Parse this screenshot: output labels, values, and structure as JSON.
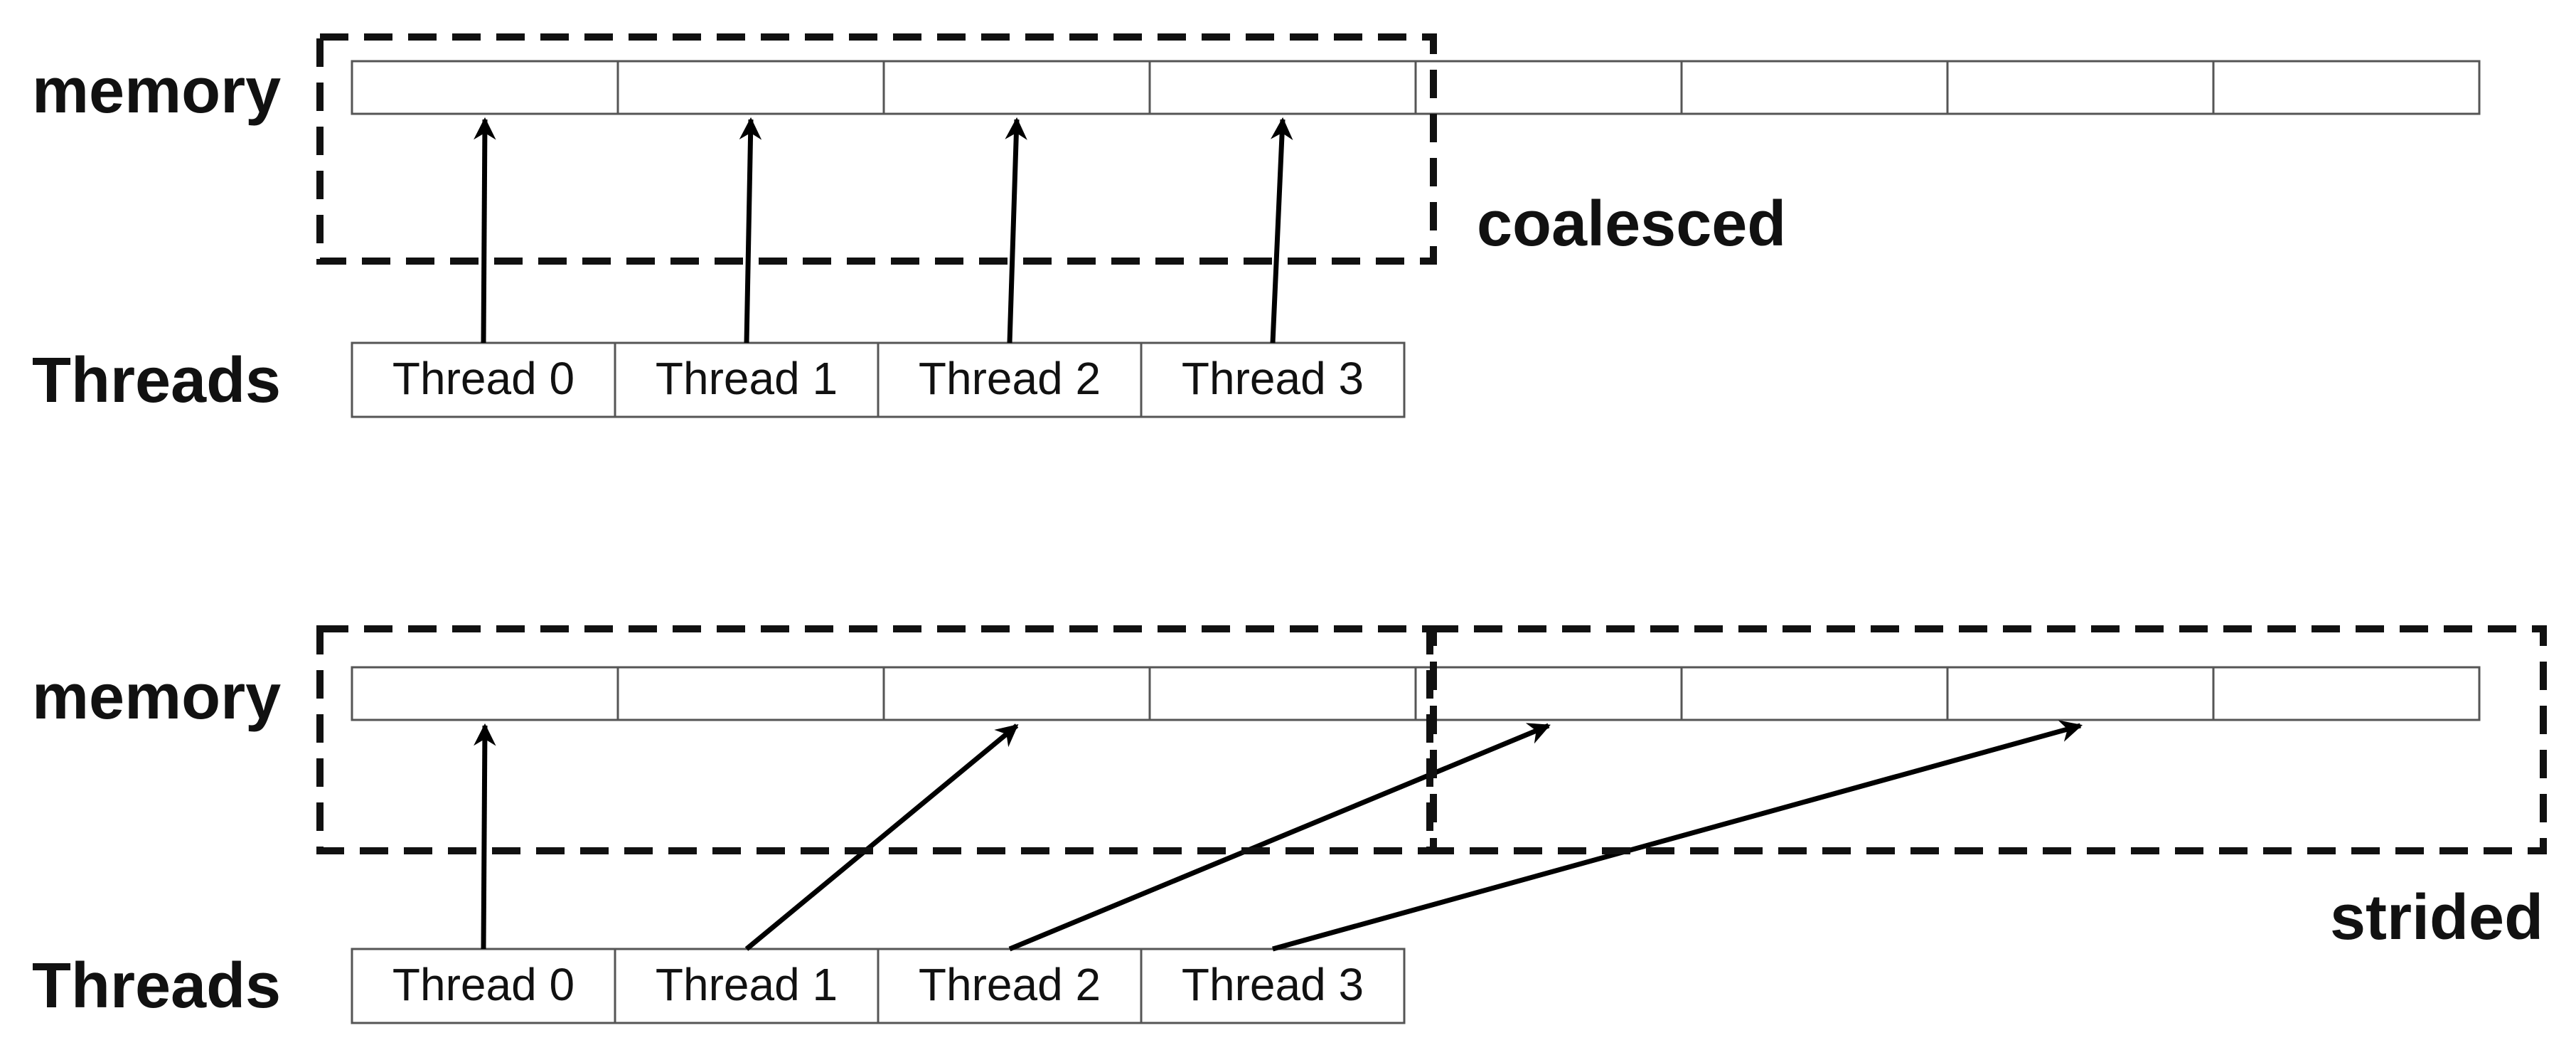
{
  "panels": [
    {
      "id": "coalesced",
      "memory_label": "memory",
      "threads_label": "Threads",
      "pattern_label": "coalesced",
      "memory_cells": 8,
      "threads": [
        "Thread 0",
        "Thread 1",
        "Thread 2",
        "Thread 3"
      ],
      "thread_targets": [
        0,
        1,
        2,
        3
      ],
      "dashed_groups": [
        [
          0,
          3
        ]
      ]
    },
    {
      "id": "strided",
      "memory_label": "memory",
      "threads_label": "Threads",
      "pattern_label": "strided",
      "memory_cells": 8,
      "threads": [
        "Thread 0",
        "Thread 1",
        "Thread 2",
        "Thread 3"
      ],
      "thread_targets": [
        0,
        2,
        4,
        6
      ],
      "dashed_groups": [
        [
          0,
          3
        ],
        [
          4,
          7
        ]
      ]
    }
  ]
}
